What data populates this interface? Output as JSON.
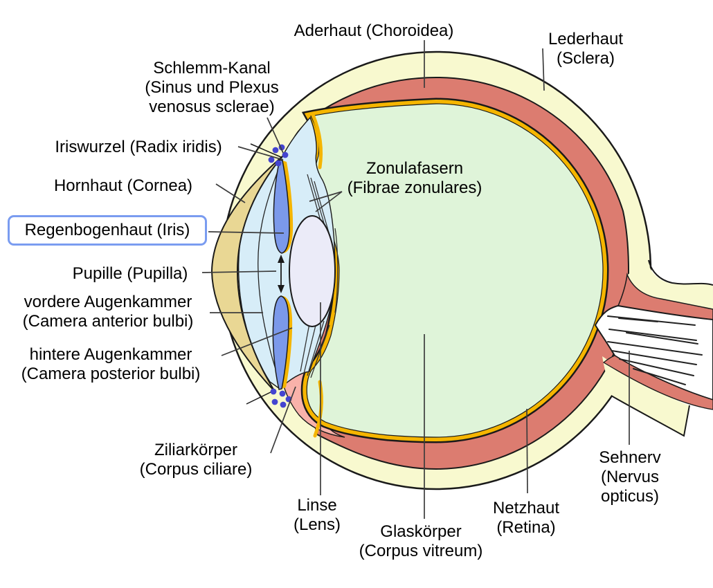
{
  "diagram": {
    "title_context": "eye-anatomy-cross-section",
    "labels": {
      "aderhaut": "Aderhaut (Choroidea)",
      "lederhaut": "Lederhaut (Sclera)",
      "schlemm": "Schlemm-Kanal\n(Sinus und Plexus\nvenosus sclerae)",
      "iriswurzel": "Iriswurzel (Radix iridis)",
      "hornhaut": "Hornhaut (Cornea)",
      "regenbogenhaut": "Regenbogenhaut (Iris)",
      "pupille": "Pupille (Pupilla)",
      "vordere_augenkammer": "vordere Augenkammer\n(Camera anterior bulbi)",
      "hintere_augenkammer": "hintere Augenkammer\n(Camera posterior bulbi)",
      "ziliarkoerper": "Ziliarkörper\n(Corpus ciliare)",
      "linse": "Linse\n(Lens)",
      "glaskoerper": "Glaskörper\n(Corpus vitreum)",
      "netzhaut": "Netzhaut\n(Retina)",
      "sehnerv": "Sehnerv\n(Nervus opticus)",
      "zonulafasern": "Zonulafasern\n(Fibrae zonulares)"
    },
    "highlighted_label": "Regenbogenhaut (Iris)",
    "colors": {
      "sclera": "#f8f9cf",
      "choroid": "#dc7c70",
      "retina": "#f5b500",
      "vitreous": "#dff4d9",
      "cornea": "#e9d794",
      "anterior_chamber": "#d7edf8",
      "iris": "#7b99ea",
      "lens": "#ebebf8",
      "ciliary_body": "#f9b2aa",
      "schlemm_dots": "#4444d0",
      "optic_nerve": "#ffffff",
      "outline": "#1a1a1a",
      "highlight_border": "#7a9cf0"
    }
  }
}
